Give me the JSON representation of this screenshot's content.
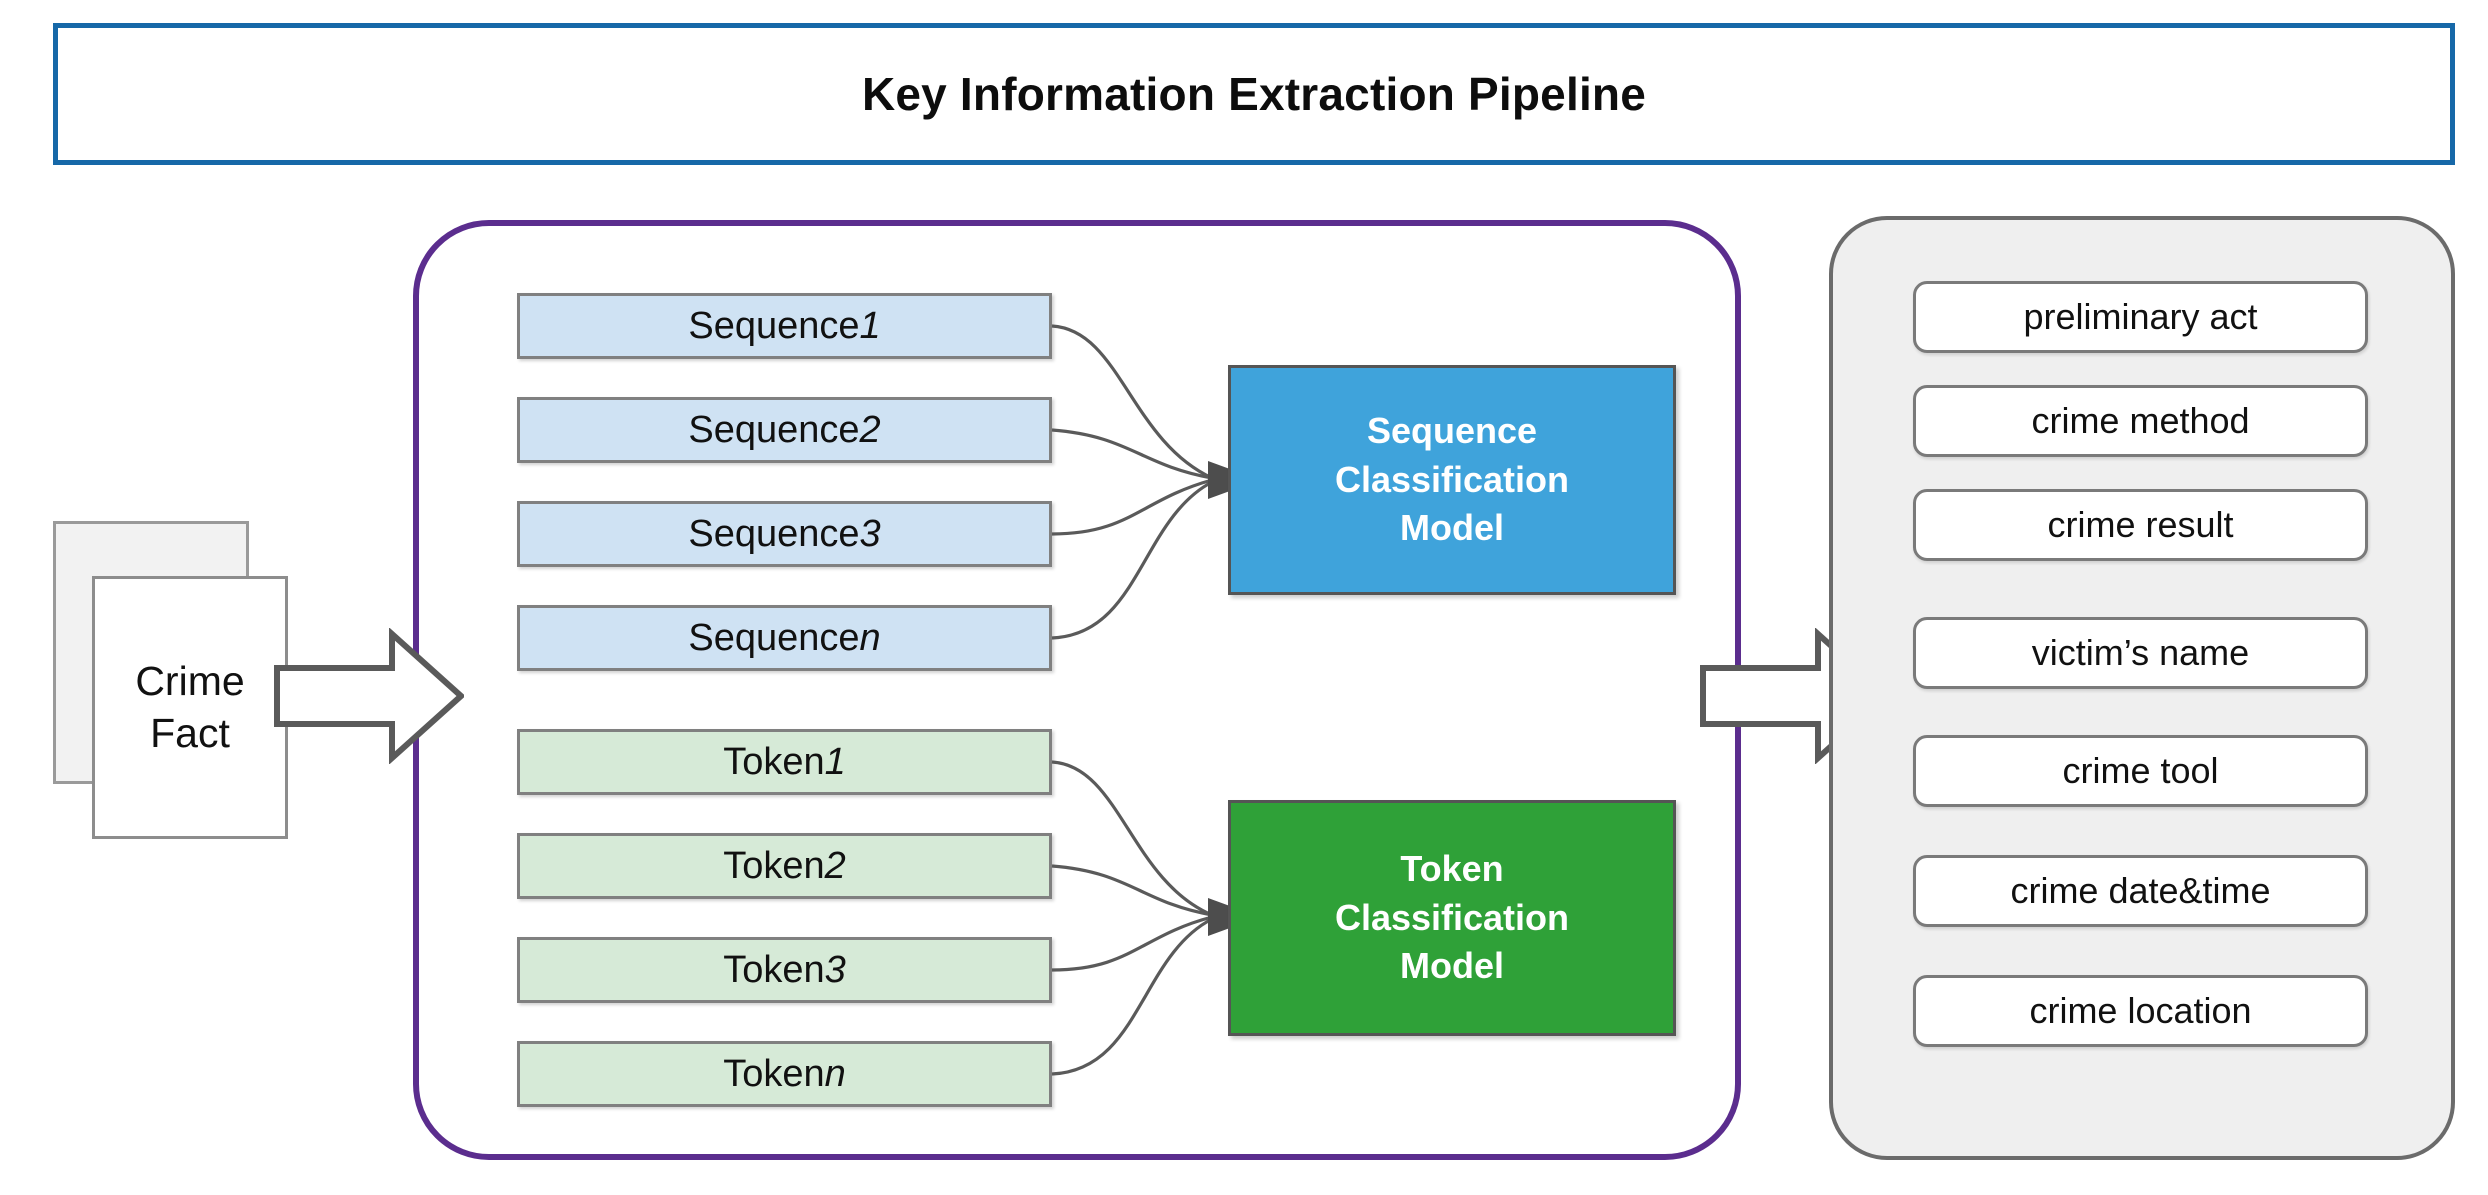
{
  "title": {
    "text": "Key Information Extraction Pipeline",
    "border_color": "#1668A8"
  },
  "input": {
    "doc_line1": "Crime",
    "doc_line2": "Fact",
    "arrow_in_name": "input-arrow",
    "arrow_out_name": "output-arrow"
  },
  "pipeline": {
    "border_color": "#5B2D8E",
    "sequences": [
      {
        "label": "Sequence ",
        "num": "1"
      },
      {
        "label": "Sequence ",
        "num": "2"
      },
      {
        "label": "Sequence ",
        "num": "3"
      },
      {
        "label": "Sequence ",
        "num": "n"
      }
    ],
    "tokens": [
      {
        "label": "Token ",
        "num": "1"
      },
      {
        "label": "Token ",
        "num": "2"
      },
      {
        "label": "Token ",
        "num": "3"
      },
      {
        "label": "Token ",
        "num": "n"
      }
    ],
    "sequence_model": {
      "line1": "Sequence",
      "line2": "Classification",
      "line3": "Model",
      "color": "#3FA3DB"
    },
    "token_model": {
      "line1": "Token",
      "line2": "Classification",
      "line3": "Model",
      "color": "#2FA138"
    },
    "sequence_box_color": "#CFE2F3",
    "token_box_color": "#D6EAD7"
  },
  "output": {
    "panel_color": "#EFEFEF",
    "items": [
      "preliminary act",
      "crime method",
      "crime result",
      "victim’s name",
      "crime tool",
      "crime date&time",
      "crime location"
    ]
  }
}
